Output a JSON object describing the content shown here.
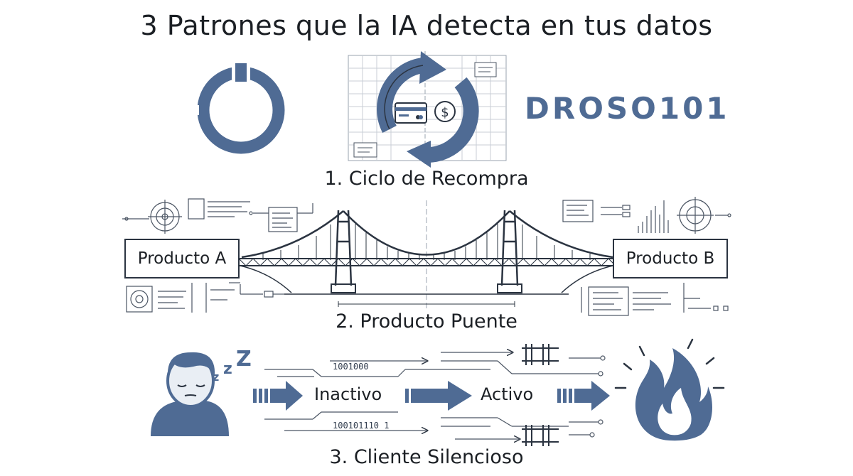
{
  "title": "3 Patrones que la IA detecta en tus datos",
  "brand": "DROSO101",
  "patterns": {
    "p1": {
      "caption": "1. Ciclo de Recompra",
      "icons": [
        "ring-logo-icon",
        "recycle-arrows-icon",
        "credit-card-icon",
        "dollar-coin-icon"
      ]
    },
    "p2": {
      "caption": "2. Producto Puente",
      "left_box": "Producto A",
      "right_box": "Producto B",
      "icons": [
        "suspension-bridge-icon"
      ]
    },
    "p3": {
      "caption": "3. Cliente Silencioso",
      "state_from": "Inactivo",
      "state_to": "Activo",
      "binary_top": "1001000",
      "binary_bottom": "100101110 1",
      "icons": [
        "sleeping-person-icon",
        "fire-icon"
      ]
    }
  },
  "colors": {
    "accent": "#4f6b94",
    "line": "#2b3441",
    "grid": "#c9ced6"
  }
}
